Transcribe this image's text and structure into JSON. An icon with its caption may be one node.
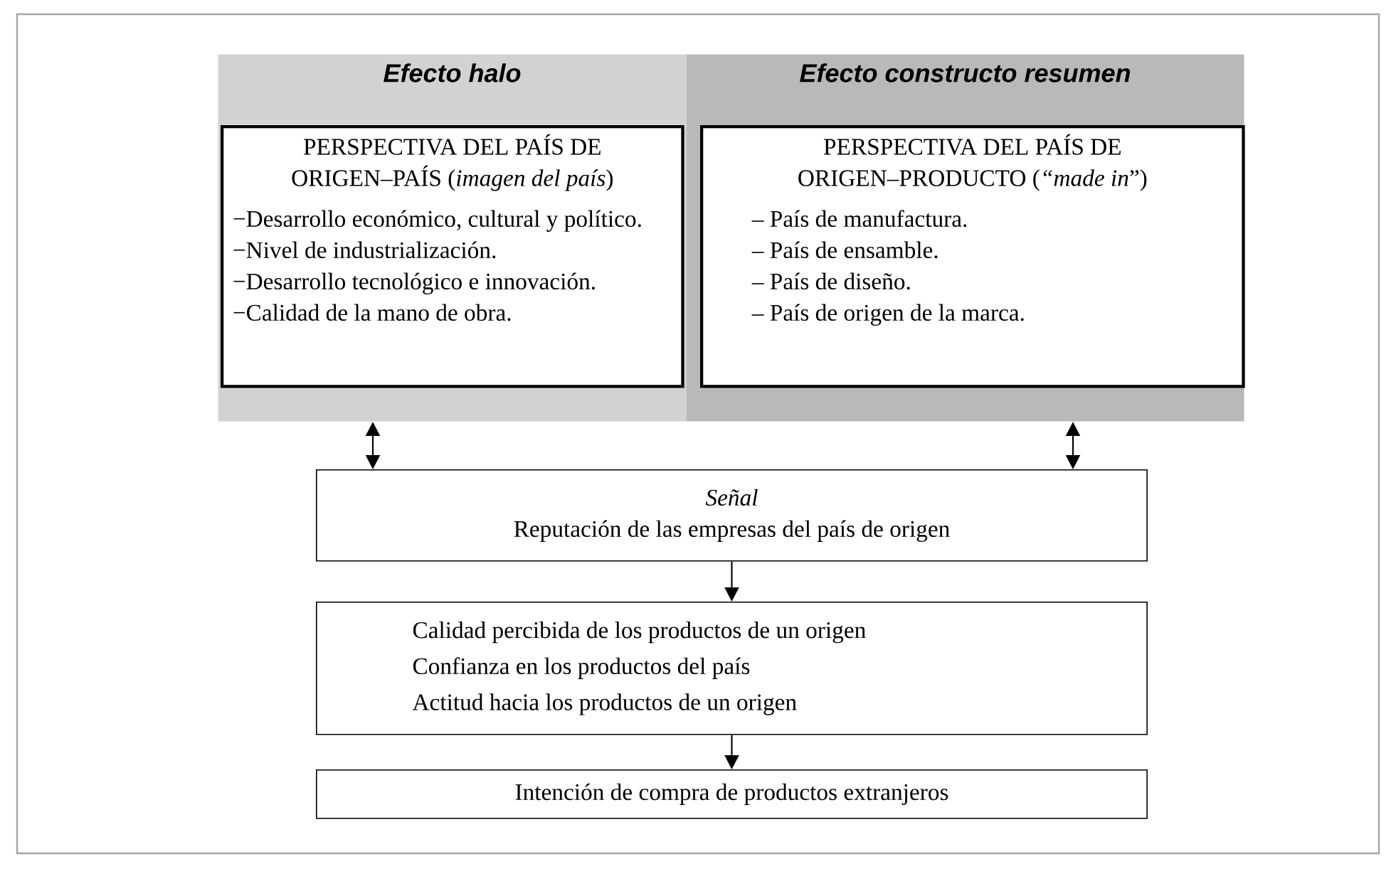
{
  "diagram": {
    "nodes": [
      {
        "text": [
          "Efecto halo"
        ]
      },
      {
        "text": [
          "Efecto constructo resumen"
        ]
      },
      {
        "text": [
          "PERSPECTIVA DEL PAÍS DE ORIGEN–PAÍS (*imagen del país*)",
          "−Desarrollo económico, cultural y político.",
          "−Nivel de industrialización.",
          "−Desarrollo tecnológico e innovación.",
          "−Calidad de la mano de obra."
        ],
        "in": 0
      },
      {
        "text": [
          "PERSPECTIVA DEL PAÍS DE ORIGEN–PRODUCTO (*“made in*”)",
          "– País de manufactura.",
          "– País de ensamble.",
          "– País de diseño.",
          "– País de origen de la marca."
        ],
        "in": 1
      },
      {
        "text": [
          "Señal",
          "Reputación de las empresas del país de origen"
        ]
      },
      {
        "text": [
          "Calidad percibida de los productos de un origen",
          "Confianza en los productos del país",
          "Actitud hacia los productos de un origen"
        ]
      },
      {
        "text": [
          "Intención de compra de productos extranjeros"
        ]
      }
    ],
    "edges": [
      {
        "from": 0,
        "to": 4,
        "arrow": "both"
      },
      {
        "from": 1,
        "to": 4,
        "arrow": "both"
      },
      {
        "from": 4,
        "to": 5,
        "arrow": "to"
      },
      {
        "from": 5,
        "to": 6,
        "arrow": "to"
      }
    ]
  }
}
